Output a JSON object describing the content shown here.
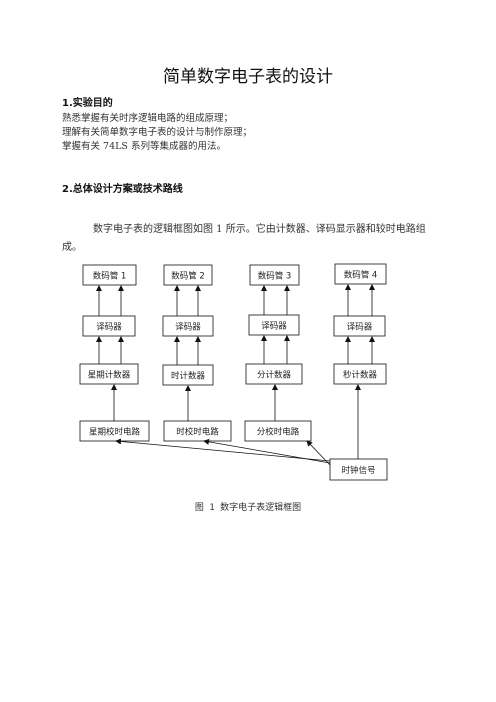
{
  "doc": {
    "title": "简单数字电子表的设计",
    "section1": {
      "heading": "1.实验目的",
      "lines": [
        "熟悉掌握有关时序逻辑电路的组成原理；",
        "理解有关简单数字电子表的设计与制作原理；",
        "掌握有关 74LS 系列等集成器的用法。"
      ]
    },
    "section2": {
      "heading": "2.总体设计方案或技术路线",
      "para_line1": "数字电子表的逻辑框图如图 1 所示。它由计数器、译码显示器和较时电路组",
      "para_line2": "成。"
    },
    "diagram": {
      "displays": [
        "数码管 1",
        "数码管 2",
        "数码管 3",
        "数码管 4"
      ],
      "decoders": [
        "译码器",
        "译码器",
        "译码器",
        "译码器"
      ],
      "counters": [
        "星期计数器",
        "时计数器",
        "分计数器",
        "秒计数器"
      ],
      "adjusters": [
        "星期校时电路",
        "时校时电路",
        "分校时电路"
      ],
      "clock": "时钟信号",
      "caption": "图 1 数字电子表逻辑框图"
    }
  }
}
